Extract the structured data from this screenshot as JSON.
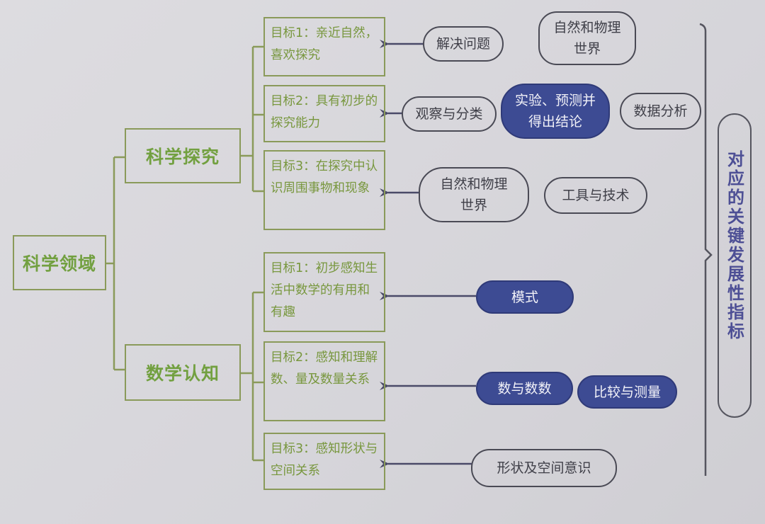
{
  "root": {
    "label": "科学领域"
  },
  "branches": [
    {
      "label": "科学探究",
      "goals": [
        {
          "label": "目标1：亲近自然，喜欢探究"
        },
        {
          "label": "目标2：具有初步的探究能力"
        },
        {
          "label": "目标3：在探究中认识周围事物和现象"
        }
      ]
    },
    {
      "label": "数学认知",
      "goals": [
        {
          "label": "目标1：初步感知生活中数学的有用和有趣"
        },
        {
          "label": "目标2：感知和理解数、量及数量关系"
        },
        {
          "label": "目标3：感知形状与空间关系"
        }
      ]
    }
  ],
  "indicators": [
    {
      "label": "解决问题",
      "style": "outline"
    },
    {
      "label": "自然和物理世界",
      "style": "outline"
    },
    {
      "label": "观察与分类",
      "style": "outline"
    },
    {
      "label": "实验、预测并得出结论",
      "style": "filled"
    },
    {
      "label": "数据分析",
      "style": "outline"
    },
    {
      "label": "自然和物理世界",
      "style": "outline"
    },
    {
      "label": "工具与技术",
      "style": "outline"
    },
    {
      "label": "模式",
      "style": "filled"
    },
    {
      "label": "数与数数",
      "style": "filled"
    },
    {
      "label": "比较与测量",
      "style": "filled"
    },
    {
      "label": "形状及空间意识",
      "style": "outline"
    }
  ],
  "side_label": "对应的关键发展性指标",
  "colors": {
    "green_text": "#72a040",
    "green_border": "#8a9a5a",
    "navy_fill": "#3d4b93",
    "outline": "#4a4a55",
    "side_text": "#4d4f95"
  }
}
